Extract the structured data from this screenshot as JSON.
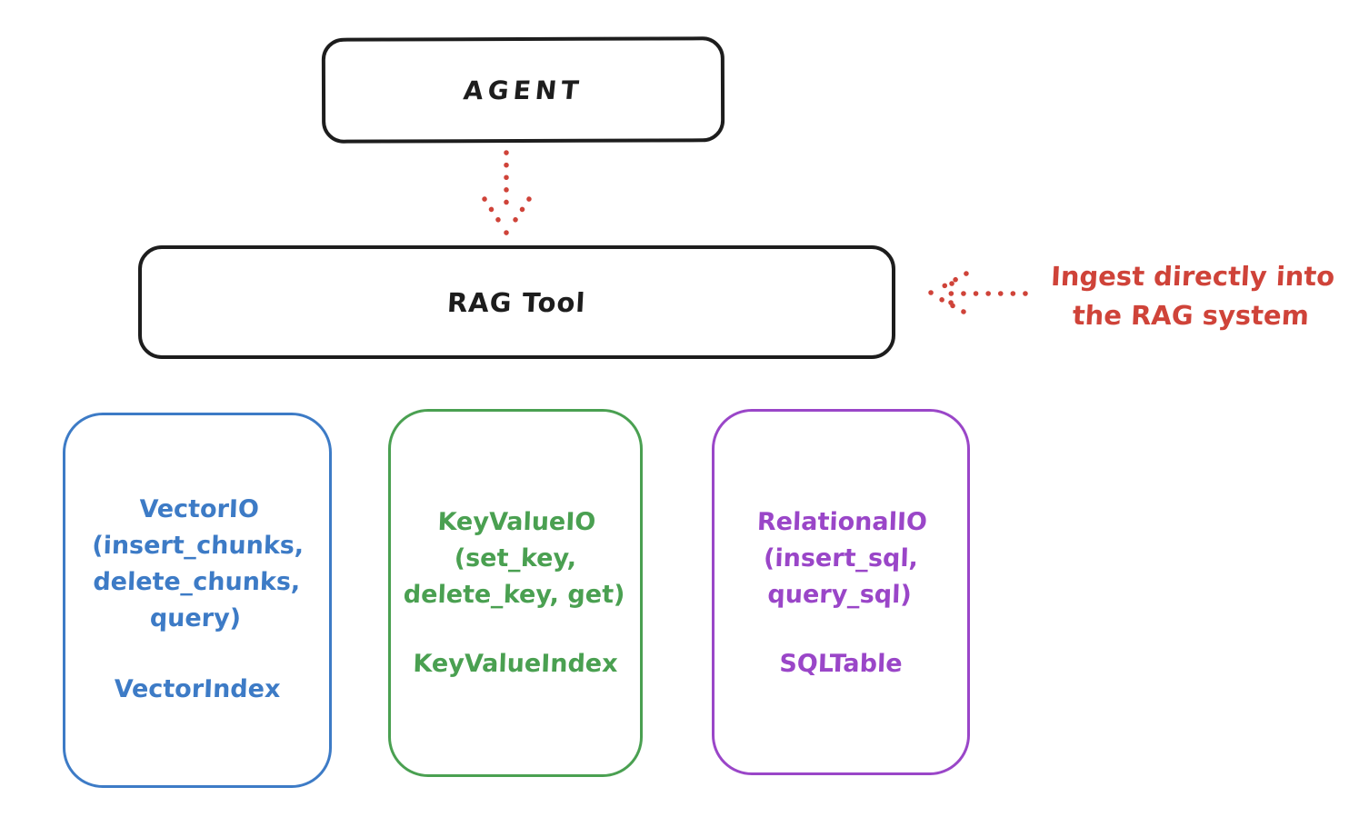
{
  "colors": {
    "ink": "#1d1d1d",
    "red": "#cf4339",
    "blue": "#3d7bc6",
    "green": "#4aa051",
    "purple": "#9a46c8",
    "background": "#ffffff"
  },
  "nodes": {
    "agent": {
      "label": "AGENT"
    },
    "rag_tool": {
      "label": "RAG Tool"
    }
  },
  "backends": [
    {
      "id": "vector-io",
      "color": "#3d7bc6",
      "lines": [
        "VectorIO",
        "(insert_chunks,",
        "delete_chunks,",
        "query)"
      ],
      "index_label": "VectorIndex"
    },
    {
      "id": "keyvalue-io",
      "color": "#4aa051",
      "lines": [
        "KeyValueIO",
        "(set_key,",
        "delete_key, get)"
      ],
      "index_label": "KeyValueIndex"
    },
    {
      "id": "relational-io",
      "color": "#9a46c8",
      "lines": [
        "RelationalIO",
        "(insert_sql,",
        "query_sql)"
      ],
      "index_label": "SQLTable"
    }
  ],
  "annotation": {
    "line1": "Ingest directly into",
    "line2": "the RAG system"
  },
  "icons": {
    "agent_to_rag_arrow": "dotted-arrow-down",
    "ingest_arrow": "dotted-arrow-left"
  }
}
